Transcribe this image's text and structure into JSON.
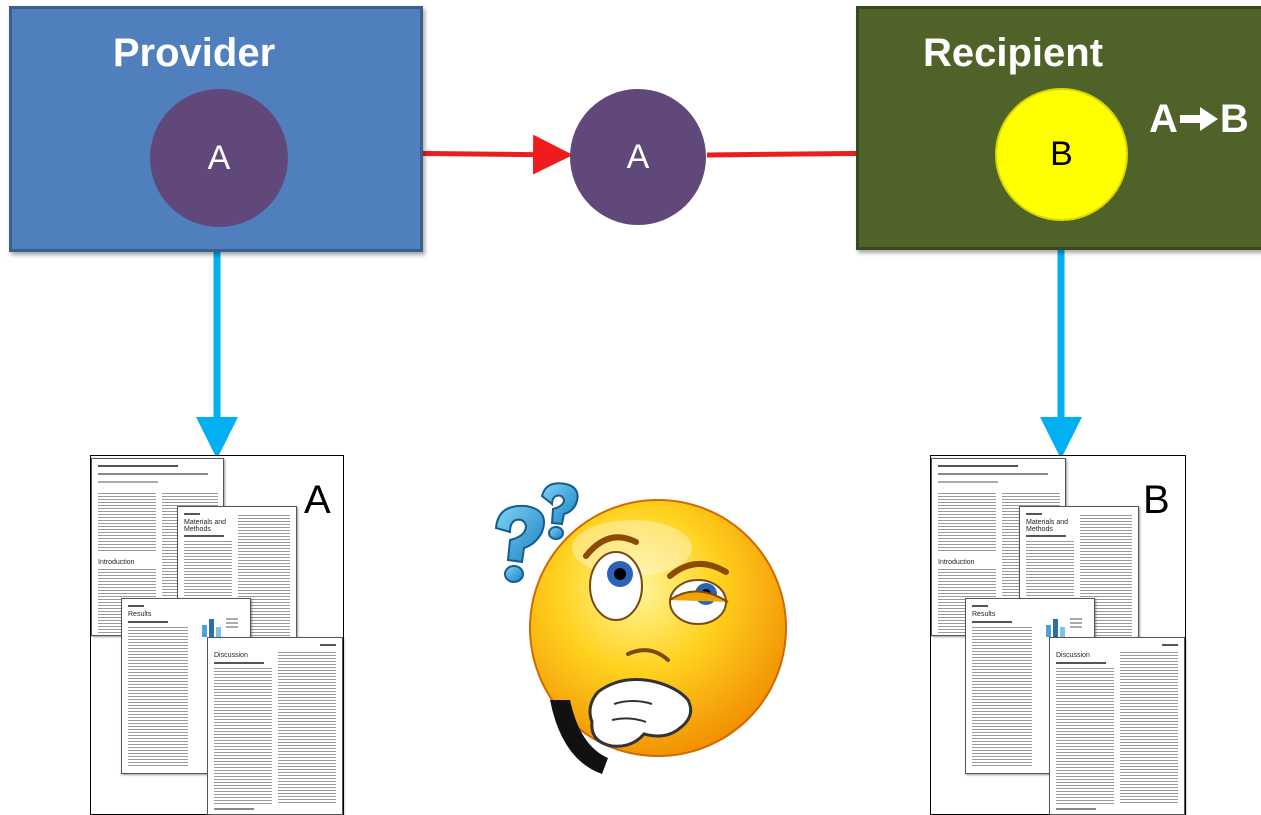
{
  "diagram": {
    "provider": {
      "title": "Provider",
      "node_label": "A",
      "color": "#4f7fbd"
    },
    "recipient": {
      "title": "Recipient",
      "node_label": "B",
      "color": "#4f6228",
      "conversion": {
        "from": "A",
        "to": "B"
      }
    },
    "transfer_node": {
      "label": "A"
    },
    "documents": {
      "provider_doc": {
        "letter": "A"
      },
      "recipient_doc": {
        "letter": "B"
      },
      "section_labels": {
        "introduction": "Introduction",
        "materials_methods": "Materials and Methods",
        "results": "Results",
        "discussion": "Discussion"
      }
    },
    "center_icon": "thinking-face-with-question-marks-icon",
    "colors": {
      "transfer_arrow": "#ee1c1c",
      "document_arrow": "#00b0f0",
      "node_purple": "#60497a",
      "node_yellow": "#ffff00"
    }
  }
}
